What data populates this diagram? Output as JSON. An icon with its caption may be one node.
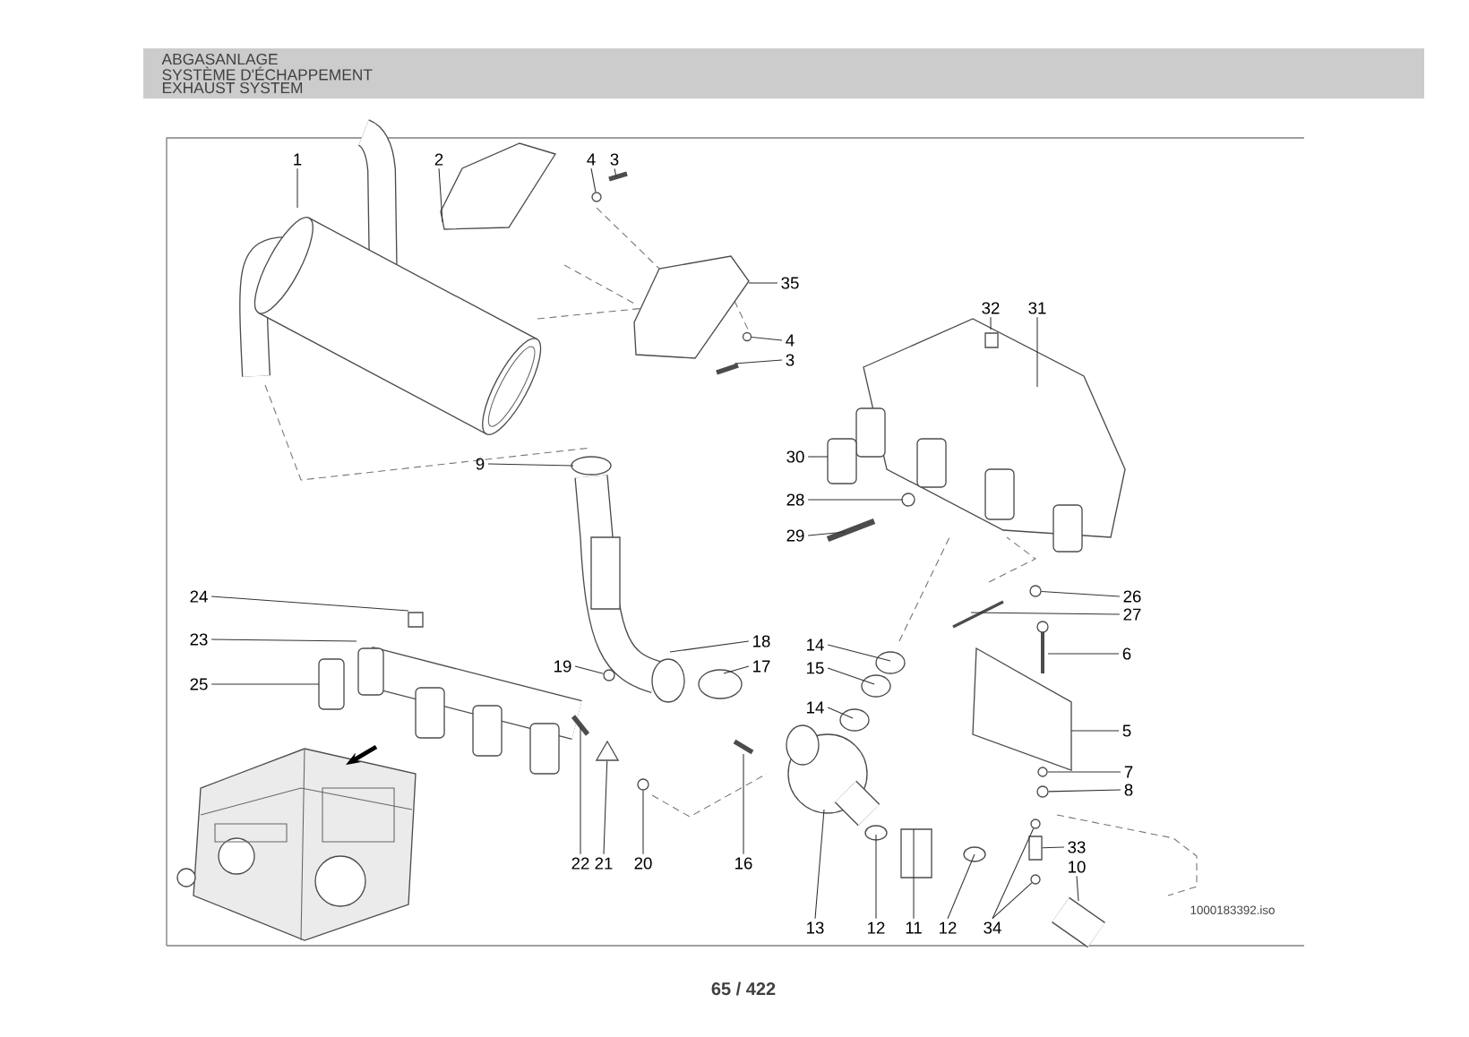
{
  "diagram": {
    "nodes": [
      {
        "text": [
          "1"
        ]
      },
      {
        "text": [
          "2"
        ]
      },
      {
        "text": [
          "4"
        ]
      },
      {
        "text": [
          "3"
        ]
      },
      {
        "text": [
          "35"
        ]
      },
      {
        "text": [
          "32"
        ]
      },
      {
        "text": [
          "31"
        ]
      },
      {
        "text": [
          "4"
        ]
      },
      {
        "text": [
          "3"
        ]
      },
      {
        "text": [
          "30"
        ]
      },
      {
        "text": [
          "9"
        ]
      },
      {
        "text": [
          "28"
        ]
      },
      {
        "text": [
          "29"
        ]
      },
      {
        "text": [
          "24"
        ]
      },
      {
        "text": [
          "26"
        ]
      },
      {
        "text": [
          "27"
        ]
      },
      {
        "text": [
          "23"
        ]
      },
      {
        "text": [
          "18"
        ]
      },
      {
        "text": [
          "14"
        ]
      },
      {
        "text": [
          "6"
        ]
      },
      {
        "text": [
          "19"
        ]
      },
      {
        "text": [
          "17"
        ]
      },
      {
        "text": [
          "15"
        ]
      },
      {
        "text": [
          "25"
        ]
      },
      {
        "text": [
          "14"
        ]
      },
      {
        "text": [
          "5"
        ]
      },
      {
        "text": [
          "7"
        ]
      },
      {
        "text": [
          "8"
        ]
      },
      {
        "text": [
          "33"
        ]
      },
      {
        "text": [
          "22"
        ]
      },
      {
        "text": [
          "21"
        ]
      },
      {
        "text": [
          "20"
        ]
      },
      {
        "text": [
          "16"
        ]
      },
      {
        "text": [
          "10"
        ]
      },
      {
        "text": [
          "13"
        ]
      },
      {
        "text": [
          "12"
        ]
      },
      {
        "text": [
          "11"
        ]
      },
      {
        "text": [
          "12"
        ]
      },
      {
        "text": [
          "34"
        ]
      },
      {
        "text": [],
        "shape": "circle"
      },
      {
        "text": [],
        "shape": "circle"
      },
      {
        "text": [],
        "shape": "circle"
      },
      {
        "text": [],
        "shape": "circle"
      },
      {
        "text": [],
        "shape": "circle"
      },
      {
        "text": [],
        "shape": "circle"
      },
      {
        "text": [],
        "shape": "box"
      },
      {
        "text": [],
        "shape": "triangle"
      },
      {
        "text": [],
        "shape": "circle"
      },
      {
        "text": [],
        "shape": "circle"
      },
      {
        "text": [],
        "shape": "circle"
      }
    ],
    "edges": [
      {
        "from": 0,
        "to": null,
        "arrow": "none"
      },
      {
        "from": 1,
        "to": null,
        "arrow": "none"
      },
      {
        "from": 2,
        "to": 39,
        "arrow": "none"
      },
      {
        "from": 3,
        "to": null,
        "arrow": "none"
      },
      {
        "from": 4,
        "to": null,
        "arrow": "none"
      },
      {
        "from": 5,
        "to": null,
        "arrow": "none"
      },
      {
        "from": 6,
        "to": null,
        "arrow": "none"
      },
      {
        "from": 7,
        "to": 40,
        "arrow": "none"
      },
      {
        "from": 8,
        "to": null,
        "arrow": "none"
      },
      {
        "from": 9,
        "to": null,
        "arrow": "none"
      },
      {
        "from": 10,
        "to": null,
        "arrow": "none"
      },
      {
        "from": 11,
        "to": null,
        "arrow": "none"
      },
      {
        "from": 12,
        "to": null,
        "arrow": "none"
      },
      {
        "from": 13,
        "to": null,
        "arrow": "none"
      },
      {
        "from": 14,
        "to": 41,
        "arrow": "none"
      },
      {
        "from": 15,
        "to": null,
        "arrow": "none"
      },
      {
        "from": 16,
        "to": null,
        "arrow": "none"
      },
      {
        "from": 17,
        "to": null,
        "arrow": "none"
      },
      {
        "from": 18,
        "to": null,
        "arrow": "none"
      },
      {
        "from": 19,
        "to": null,
        "arrow": "none"
      },
      {
        "from": 20,
        "to": 42,
        "arrow": "none"
      },
      {
        "from": 21,
        "to": null,
        "arrow": "none"
      },
      {
        "from": 22,
        "to": null,
        "arrow": "none"
      },
      {
        "from": 23,
        "to": null,
        "arrow": "none"
      },
      {
        "from": 24,
        "to": null,
        "arrow": "none"
      },
      {
        "from": 25,
        "to": null,
        "arrow": "none"
      },
      {
        "from": 26,
        "to": 43,
        "arrow": "none"
      },
      {
        "from": 27,
        "to": 44,
        "arrow": "none"
      },
      {
        "from": 28,
        "to": 45,
        "arrow": "none"
      },
      {
        "from": 29,
        "to": null,
        "arrow": "none"
      },
      {
        "from": 30,
        "to": 46,
        "arrow": "none"
      },
      {
        "from": 31,
        "to": 47,
        "arrow": "none"
      },
      {
        "from": 32,
        "to": null,
        "arrow": "none"
      },
      {
        "from": 33,
        "to": null,
        "arrow": "none"
      },
      {
        "from": 34,
        "to": null,
        "arrow": "none"
      },
      {
        "from": 35,
        "to": null,
        "arrow": "none"
      },
      {
        "from": 36,
        "to": null,
        "arrow": "none"
      },
      {
        "from": 37,
        "to": null,
        "arrow": "none"
      },
      {
        "from": 38,
        "to": 48,
        "arrow": "none"
      },
      {
        "from": 38,
        "to": 49,
        "arrow": "none"
      }
    ],
    "labels": [
      "ABGASANLAGE",
      "SYSTÈME D'ÉCHAPPEMENT",
      "EXHAUST SYSTEM",
      "1000183392.iso",
      "65 / 422"
    ]
  }
}
